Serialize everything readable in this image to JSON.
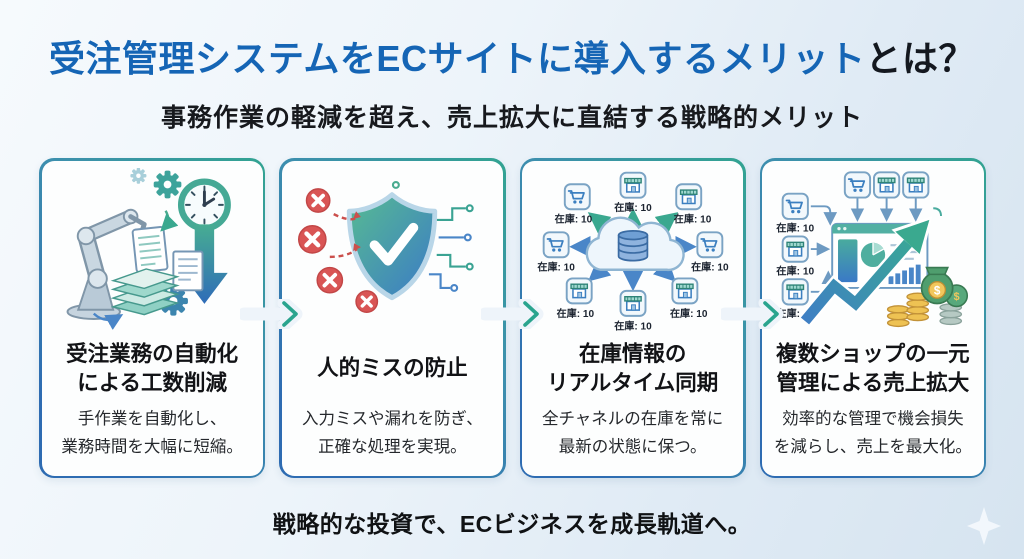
{
  "header": {
    "title_highlight": "受注管理システムをECサイトに導入するメリット",
    "title_suffix": "とは？",
    "subtitle": "事務作業の軽減を超え、売上拡大に直結する戦略的メリット"
  },
  "labels": {
    "inventory": "在庫: 10",
    "dollar": "$"
  },
  "cards": [
    {
      "illustration": "robot-arm-automation",
      "title_line1": "受注業務の自動化",
      "title_line2": "による工数削減",
      "body_line1": "手作業を自動化し、",
      "body_line2": "業務時間を大幅に短縮。"
    },
    {
      "illustration": "shield-check-error-prevention",
      "title_line1": "人的ミスの防止",
      "title_line2": "",
      "body_line1": "入力ミスや漏れを防ぎ、",
      "body_line2": "正確な処理を実現。"
    },
    {
      "illustration": "cloud-inventory-sync",
      "title_line1": "在庫情報の",
      "title_line2": "リアルタイム同期",
      "body_line1": "全チャネルの在庫を常に",
      "body_line2": "最新の状態に保つ。"
    },
    {
      "illustration": "multi-shop-dashboard-growth",
      "title_line1": "複数ショップの一元",
      "title_line2": "管理による売上拡大",
      "body_line1": "効率的な管理で機会損失",
      "body_line2": "を減らし、売上を最大化。"
    }
  ],
  "footer": {
    "message": "戦略的な投資で、ECビジネスを成長軌道へ。"
  },
  "colors": {
    "title_blue": "#1565b5",
    "title_dark": "#14181f",
    "accent_teal": "#2fa493",
    "accent_blue": "#2e6cb2",
    "error_red": "#d95555",
    "coin_gold": "#eec253",
    "money_green": "#4f9e6e",
    "card_background": "#fdfefe"
  }
}
